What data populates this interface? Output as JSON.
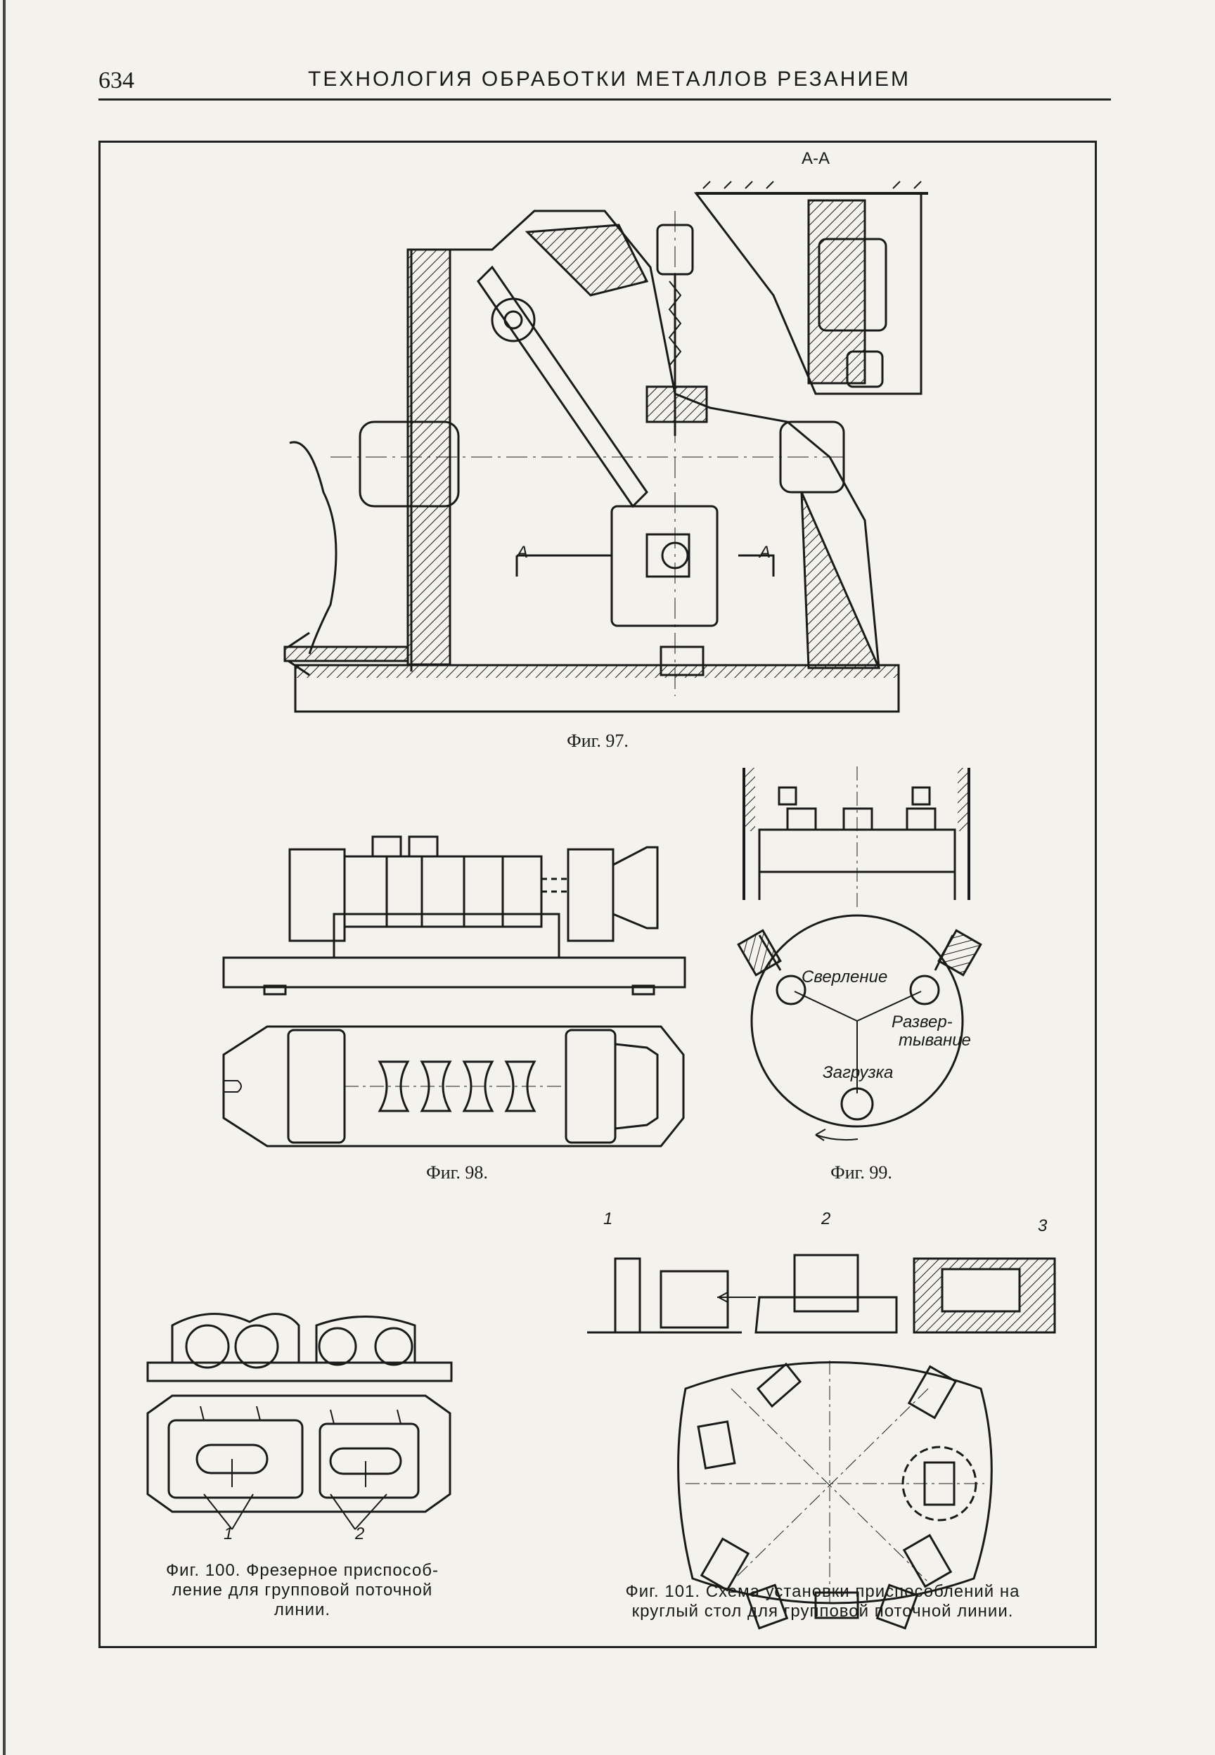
{
  "header": {
    "page_number": "634",
    "running_title": "ТЕХНОЛОГИЯ ОБРАБОТКИ МЕТАЛЛОВ РЕЗАНИЕМ"
  },
  "fig97": {
    "caption": "Фиг. 97.",
    "section_label": "A-A",
    "cut_label_left": "A",
    "cut_label_right": "A"
  },
  "fig98": {
    "caption": "Фиг. 98."
  },
  "fig99": {
    "caption": "Фиг. 99.",
    "labels": {
      "drilling": "Сверление",
      "reaming_1": "Развер-",
      "reaming_2": "тывание",
      "loading": "Загрузка"
    }
  },
  "fig100": {
    "caption_line1": "Фиг. 100. Фрезерное приспособ-",
    "caption_line2": "ление для групповой поточной",
    "caption_line3": "линии.",
    "callouts": [
      "1",
      "2"
    ]
  },
  "fig101": {
    "caption_line1": "Фиг. 101. Схема установки приспособлений на",
    "caption_line2": "круглый стол для групповой поточной линии.",
    "callouts": [
      "1",
      "2",
      "3"
    ]
  },
  "colors": {
    "ink": "#1a1a1a",
    "paper": "#f4f2ec"
  }
}
